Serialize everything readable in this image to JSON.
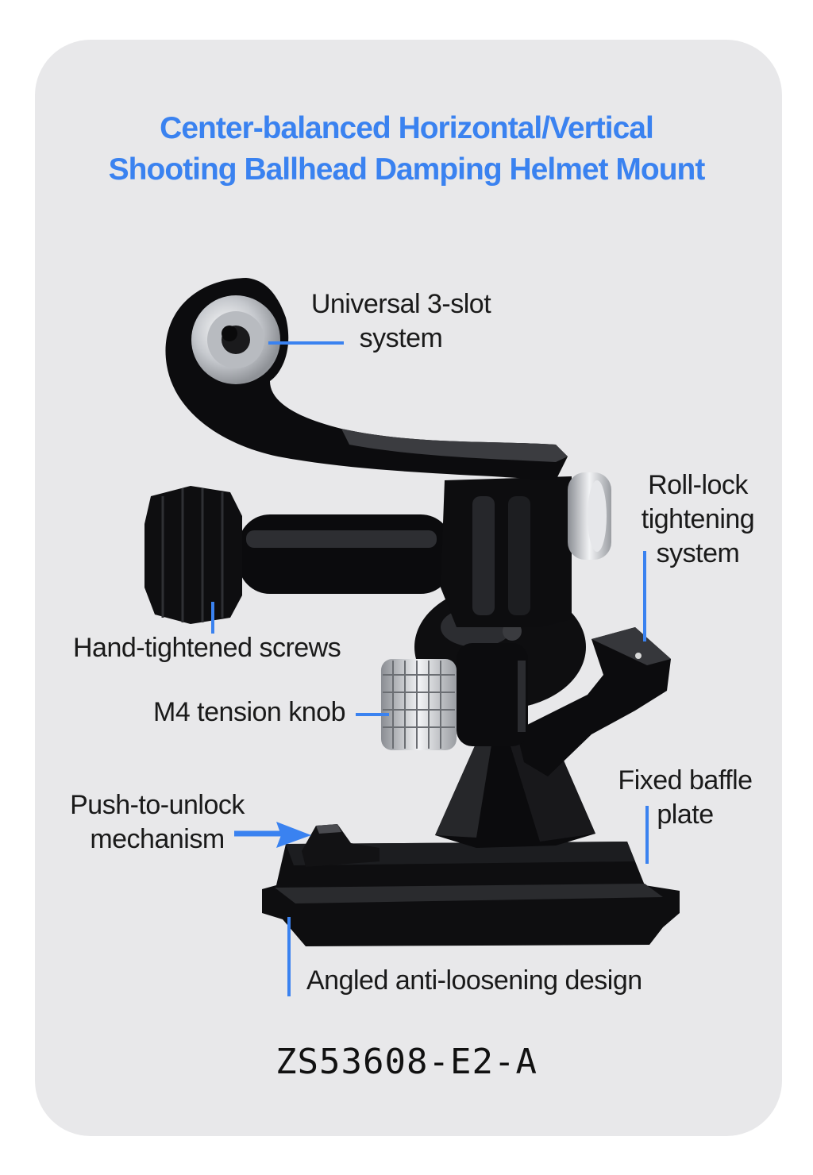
{
  "title": {
    "line1": "Center-balanced Horizontal/Vertical",
    "line2": "Shooting Ballhead Damping Helmet Mount"
  },
  "callouts": {
    "universal_slot": {
      "line1": "Universal 3-slot",
      "line2": "system"
    },
    "roll_lock": {
      "line1": "Roll-lock",
      "line2": "tightening",
      "line3": "system"
    },
    "hand_screws": "Hand-tightened screws",
    "m4_knob": "M4 tension knob",
    "fixed_baffle": {
      "line1": "Fixed baffle",
      "line2": "plate"
    },
    "push_unlock": {
      "line1": "Push-to-unlock",
      "line2": "mechanism"
    },
    "angled_design": "Angled anti-loosening design"
  },
  "model_number": "ZS53608-E2-A",
  "colors": {
    "accent": "#3a82f0",
    "card_bg": "#e8e8ea",
    "product": "#101012"
  }
}
